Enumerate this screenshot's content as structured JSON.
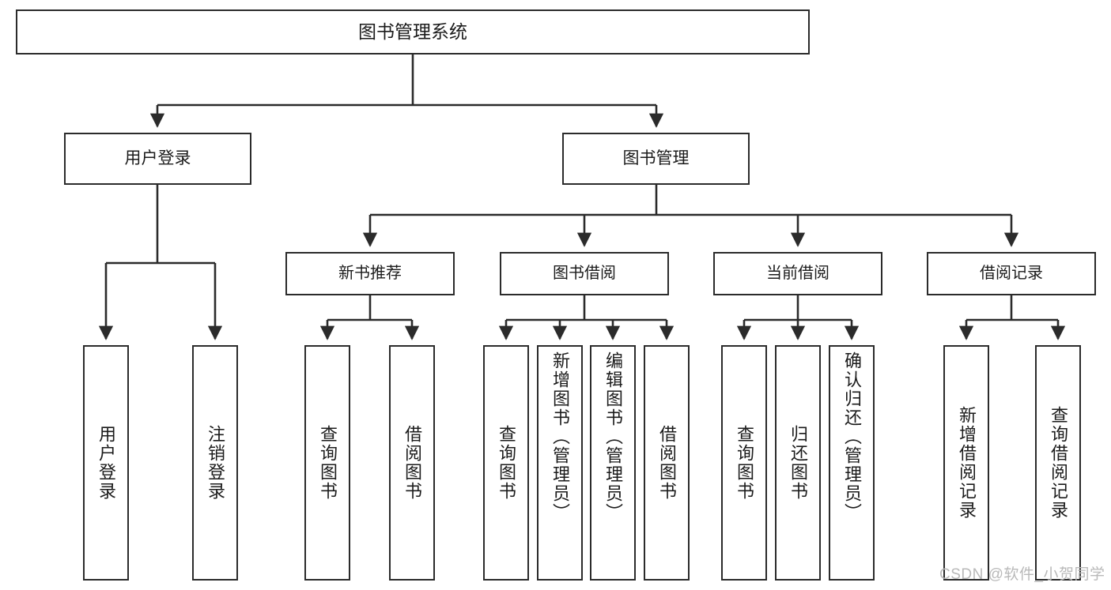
{
  "diagram": {
    "type": "tree",
    "root": {
      "label": "图书管理系统"
    },
    "level2": [
      {
        "label": "用户登录"
      },
      {
        "label": "图书管理"
      }
    ],
    "level3": [
      {
        "label": "新书推荐"
      },
      {
        "label": "图书借阅"
      },
      {
        "label": "当前借阅"
      },
      {
        "label": "借阅记录"
      }
    ],
    "leaves": {
      "user_login": [
        {
          "label": "用户登录"
        },
        {
          "label": "注销登录"
        }
      ],
      "new_book_recommend": [
        {
          "label": "查询图书"
        },
        {
          "label": "借阅图书"
        }
      ],
      "book_borrow": [
        {
          "label": "查询图书"
        },
        {
          "label": "新增图书（管理员）"
        },
        {
          "label": "编辑图书（管理员）"
        },
        {
          "label": "借阅图书"
        }
      ],
      "current_borrow": [
        {
          "label": "查询图书"
        },
        {
          "label": "归还图书"
        },
        {
          "label": "确认归还（管理员）"
        }
      ],
      "borrow_record": [
        {
          "label": "新增借阅记录"
        },
        {
          "label": "查询借阅记录"
        }
      ]
    }
  },
  "watermark": {
    "text": "CSDN @软件_小贺同学"
  },
  "colors": {
    "background": "#ffffff",
    "box_border": "#2b2b2b",
    "text": "#1b1b1b",
    "connector": "#2b2b2b",
    "watermark": "#b9b9b9"
  }
}
